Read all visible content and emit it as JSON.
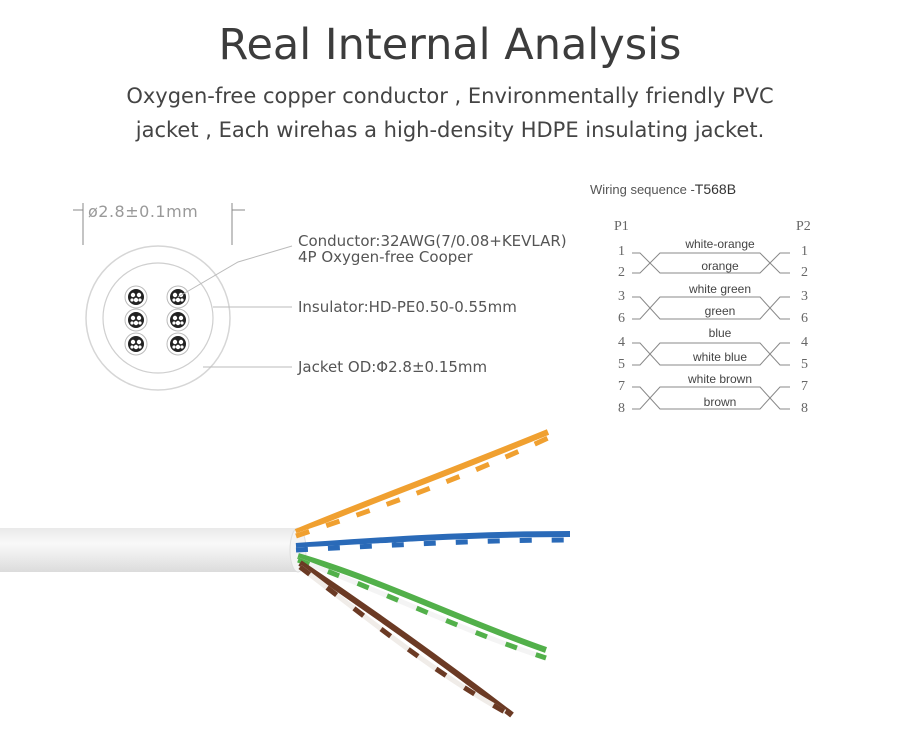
{
  "header": {
    "title": "Real Internal Analysis",
    "subtitle_line1": "Oxygen-free copper conductor , Environmentally friendly PVC",
    "subtitle_line2": "jacket , Each wirehas a high-density HDPE insulating jacket."
  },
  "cross_section": {
    "diameter": "ø2.8±0.1mm",
    "conductor_line1": "Conductor:32AWG(7/0.08+KEVLAR)",
    "conductor_line2": "4P Oxygen-free Cooper",
    "insulator": "Insulator:HD-PE0.50-0.55mm",
    "jacket": "Jacket OD:Φ2.8±0.15mm"
  },
  "wiring": {
    "heading": "Wiring sequence -",
    "standard": "T568B",
    "p1": "P1",
    "p2": "P2",
    "pins": [
      "1",
      "2",
      "3",
      "6",
      "4",
      "5",
      "7",
      "8"
    ],
    "wires": [
      "white-orange",
      "orange",
      "white green",
      "green",
      "blue",
      "white blue",
      "white brown",
      "brown"
    ]
  },
  "colors": {
    "orange": "#f0a030",
    "blue": "#2a6ab8",
    "green": "#52b04a",
    "brown": "#6b3a24",
    "jacket": "#f1f1f1"
  }
}
